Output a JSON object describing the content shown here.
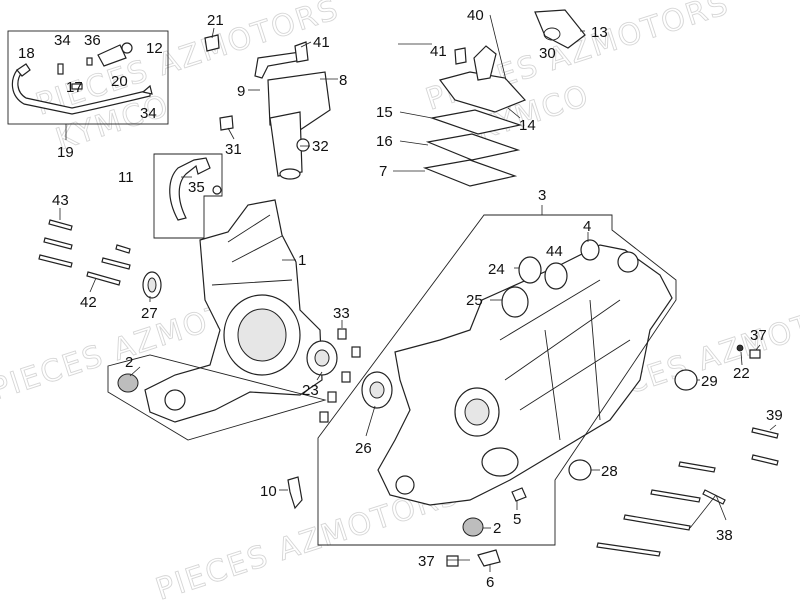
{
  "watermarks": [
    "PIECES AZMOTORS",
    "KYMCO"
  ],
  "callouts": {
    "p1": "1",
    "p2a": "2",
    "p2b": "2",
    "p3": "3",
    "p4": "4",
    "p5": "5",
    "p6": "6",
    "p7": "7",
    "p8": "8",
    "p9": "9",
    "p10": "10",
    "p11": "11",
    "p12": "12",
    "p13": "13",
    "p14": "14",
    "p15": "15",
    "p16": "16",
    "p17": "17",
    "p18": "18",
    "p19": "19",
    "p20": "20",
    "p21": "21",
    "p22": "22",
    "p23": "23",
    "p24": "24",
    "p25": "25",
    "p26": "26",
    "p27": "27",
    "p28": "28",
    "p29": "29",
    "p30": "30",
    "p31": "31",
    "p32": "32",
    "p33": "33",
    "p34a": "34",
    "p34b": "34",
    "p35": "35",
    "p36": "36",
    "p37a": "37",
    "p37b": "37",
    "p38": "38",
    "p39": "39",
    "p40": "40",
    "p41a": "41",
    "p41b": "41",
    "p42": "42",
    "p43": "43",
    "p44": "44"
  }
}
